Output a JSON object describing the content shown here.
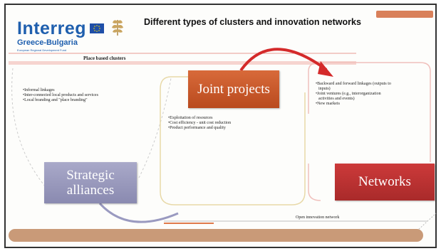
{
  "header": {
    "logo_text": "Interreg",
    "logo_subtitle": "Greece-Bulgaria",
    "logo_tagline": "European Regional Development Fund",
    "title": "Different types of clusters and innovation networks"
  },
  "bands": {
    "top_label": "Place based clusters",
    "bottom_label": "Open innovation network"
  },
  "boxes": {
    "joint_projects": "Joint projects",
    "strategic_alliances": [
      "Strategic",
      "alliances"
    ],
    "networks": "Networks"
  },
  "bullets": {
    "left": [
      "•Informal linkages",
      "•Inter-connected local products and services",
      "•Local branding and \"place branding\""
    ],
    "middle": [
      "•Exploitation of resources",
      "•Cost efficiency - unit cost reduction",
      "•Product performance and quality"
    ],
    "right": [
      "•Backward and forward linkages (outputs to",
      "inputs)",
      "•Joint ventures (e.g., interorganization",
      "activities and events)",
      "•New markets"
    ]
  },
  "colors": {
    "interreg_blue": "#1f5fae",
    "joint_orange": "#c9582a",
    "strategic_lavender": "#9c9cbd",
    "networks_red": "#bd3232",
    "connector_red": "#d42a2a",
    "band_peach": "#c99a78"
  },
  "icons": {
    "eu_flag": "eu-flag-icon",
    "wheat": "wheat-emblem-icon"
  }
}
